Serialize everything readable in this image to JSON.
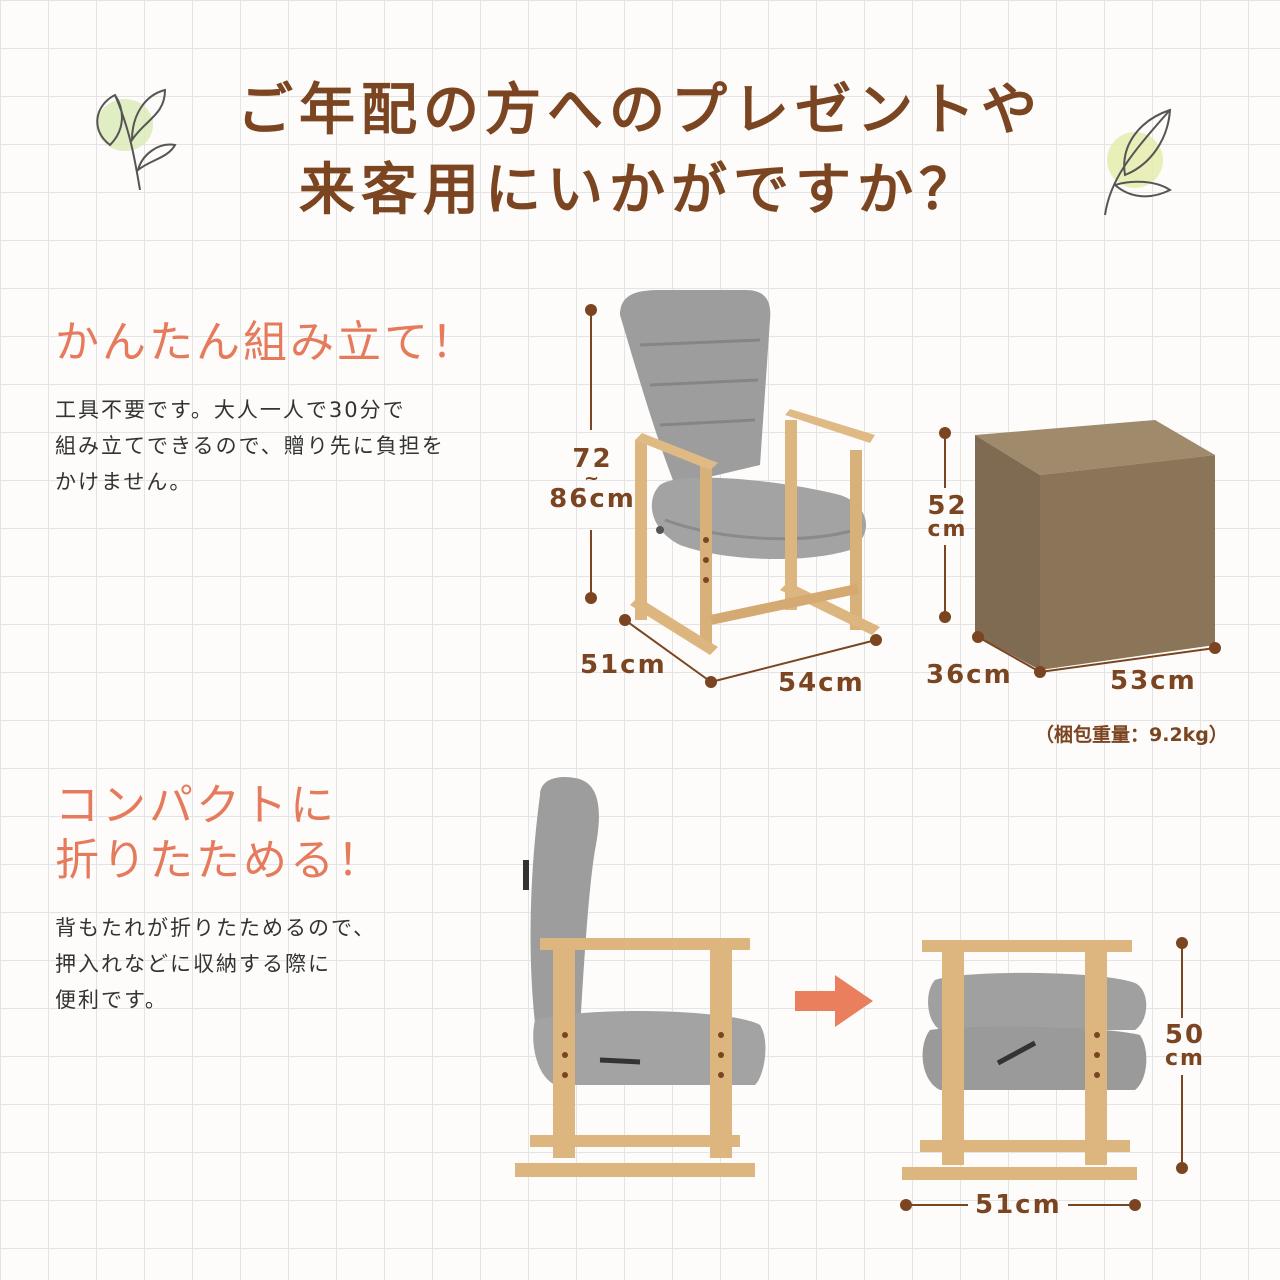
{
  "title": {
    "line1": "ご年配の方へのプレゼントや",
    "line2": "来客用にいかがですか？"
  },
  "section1": {
    "heading": "かんたん組み立て！",
    "body": [
      "工具不要です。大人一人で30分で",
      "組み立てできるので、贈り先に負担を",
      "かけません。"
    ]
  },
  "chair_dims": {
    "height_top": "72",
    "height_tilde": "~",
    "height_bottom": "86cm",
    "depth": "51cm",
    "width": "54cm"
  },
  "box_dims": {
    "height_num": "52",
    "height_unit": "cm",
    "depth": "36cm",
    "width": "53cm",
    "weight": "（梱包重量：9.2kg）"
  },
  "section2": {
    "heading_line1": "コンパクトに",
    "heading_line2": "折りたためる！",
    "body": [
      "背もたれが折りたためるので、",
      "押入れなどに収納する際に",
      "便利です。"
    ]
  },
  "folded_dims": {
    "height_num": "50",
    "height_unit": "cm",
    "width": "51cm"
  },
  "colors": {
    "title": "#7a4520",
    "heading": "#e57b5c",
    "dimension": "#7a4520",
    "box": "#8b7558",
    "arrow": "#ea7f5e",
    "fabric": "#9a9a9a",
    "wood": "#dcb57f"
  },
  "icons": {
    "left_decoration": "leaf-icon",
    "right_decoration": "leaf-icon",
    "arrow": "arrow-right-icon"
  }
}
